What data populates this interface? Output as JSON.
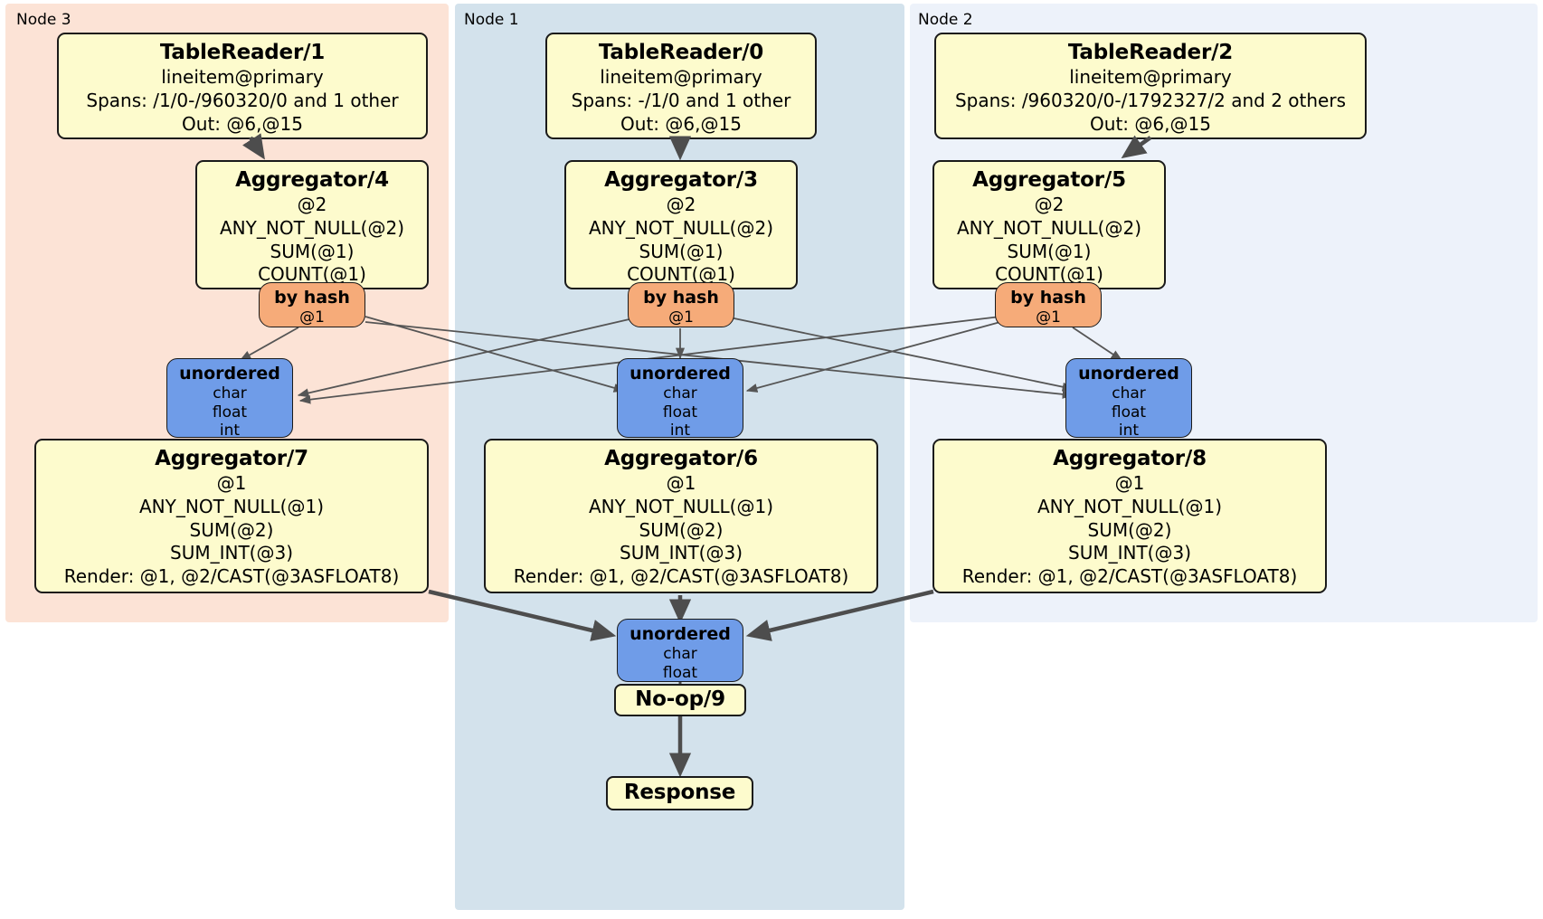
{
  "diagram": {
    "title": "Distributed query plan",
    "colors": {
      "node3_bg": "#fce3d6",
      "node1_bg": "#d3e2ec",
      "node2_bg": "#edf2fa",
      "box_fill": "#fdfbcd",
      "box_stroke": "#1a1a1a",
      "hash_router_fill": "#f6ab79",
      "unordered_router_fill": "#6f9ce8",
      "edge_color": "#4d4d4d",
      "thin_edge_color": "#555555"
    }
  },
  "panels": [
    {
      "id": "node3",
      "label": "Node 3"
    },
    {
      "id": "node1",
      "label": "Node 1"
    },
    {
      "id": "node2",
      "label": "Node 2"
    }
  ],
  "table_readers": [
    {
      "title": "TableReader/1",
      "table": "lineitem@primary",
      "spans": "Spans: /1/0-/960320/0 and 1 other",
      "out": "Out: @6,@15"
    },
    {
      "title": "TableReader/0",
      "table": "lineitem@primary",
      "spans": "Spans: -/1/0 and 1 other",
      "out": "Out: @6,@15"
    },
    {
      "title": "TableReader/2",
      "table": "lineitem@primary",
      "spans": "Spans: /960320/0-/1792327/2 and 2 others",
      "out": "Out: @6,@15"
    }
  ],
  "local_aggregators": [
    {
      "title": "Aggregator/4",
      "group": "@2",
      "agg1": "ANY_NOT_NULL(@2)",
      "agg2": "SUM(@1)",
      "agg3": "COUNT(@1)"
    },
    {
      "title": "Aggregator/3",
      "group": "@2",
      "agg1": "ANY_NOT_NULL(@2)",
      "agg2": "SUM(@1)",
      "agg3": "COUNT(@1)"
    },
    {
      "title": "Aggregator/5",
      "group": "@2",
      "agg1": "ANY_NOT_NULL(@2)",
      "agg2": "SUM(@1)",
      "agg3": "COUNT(@1)"
    }
  ],
  "hash_routers": [
    {
      "title": "by hash",
      "column": "@1"
    },
    {
      "title": "by hash",
      "column": "@1"
    },
    {
      "title": "by hash",
      "column": "@1"
    }
  ],
  "unordered_inputs": [
    {
      "title": "unordered",
      "t1": "char",
      "t2": "float",
      "t3": "int"
    },
    {
      "title": "unordered",
      "t1": "char",
      "t2": "float",
      "t3": "int"
    },
    {
      "title": "unordered",
      "t1": "char",
      "t2": "float",
      "t3": "int"
    }
  ],
  "final_aggregators": [
    {
      "title": "Aggregator/7",
      "group": "@1",
      "agg1": "ANY_NOT_NULL(@1)",
      "agg2": "SUM(@2)",
      "agg3": "SUM_INT(@3)",
      "render": "Render: @1, @2/CAST(@3ASFLOAT8)"
    },
    {
      "title": "Aggregator/6",
      "group": "@1",
      "agg1": "ANY_NOT_NULL(@1)",
      "agg2": "SUM(@2)",
      "agg3": "SUM_INT(@3)",
      "render": "Render: @1, @2/CAST(@3ASFLOAT8)"
    },
    {
      "title": "Aggregator/8",
      "group": "@1",
      "agg1": "ANY_NOT_NULL(@1)",
      "agg2": "SUM(@2)",
      "agg3": "SUM_INT(@3)",
      "render": "Render: @1, @2/CAST(@3ASFLOAT8)"
    }
  ],
  "final_unordered": {
    "title": "unordered",
    "t1": "char",
    "t2": "float"
  },
  "noop": {
    "title": "No-op/9"
  },
  "response": {
    "title": "Response"
  }
}
